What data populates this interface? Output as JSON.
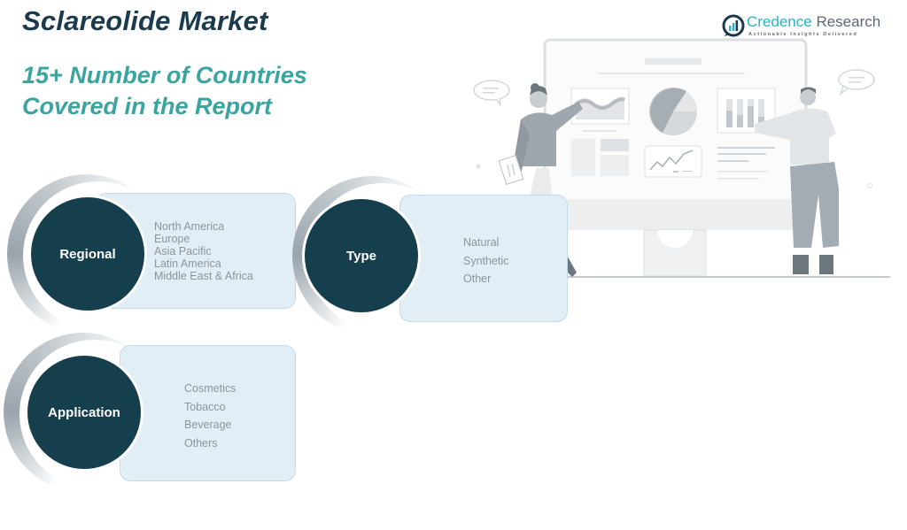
{
  "header": {
    "title": "Sclareolide Market",
    "subtitle_line1": "15+ Number of Countries",
    "subtitle_line2": "Covered in the Report"
  },
  "logo": {
    "name_part1": "Credence",
    "name_part2": " Research",
    "tagline": "Actionable Insights Delivered",
    "icon": "bar-chart-speech-bubble-icon"
  },
  "colors": {
    "title": "#1b3a4b",
    "subtitle": "#3aa5a0",
    "circle": "#163f4e",
    "box": "#e1eef6",
    "item_text": "#8c959b",
    "logo_accent": "#2ab3c6"
  },
  "segments": [
    {
      "label": "Regional",
      "items": [
        "North America",
        "Europe",
        "Asia Pacific",
        "Latin America",
        "Middle East & Africa"
      ]
    },
    {
      "label": "Type",
      "items": [
        "Natural",
        "Synthetic",
        "Other"
      ]
    },
    {
      "label": "Application",
      "items": [
        "Cosmetics",
        "Tobacco",
        "Beverage",
        "Others"
      ]
    }
  ],
  "illustration": {
    "description": "two-people-presenting-dashboard-illustration"
  }
}
